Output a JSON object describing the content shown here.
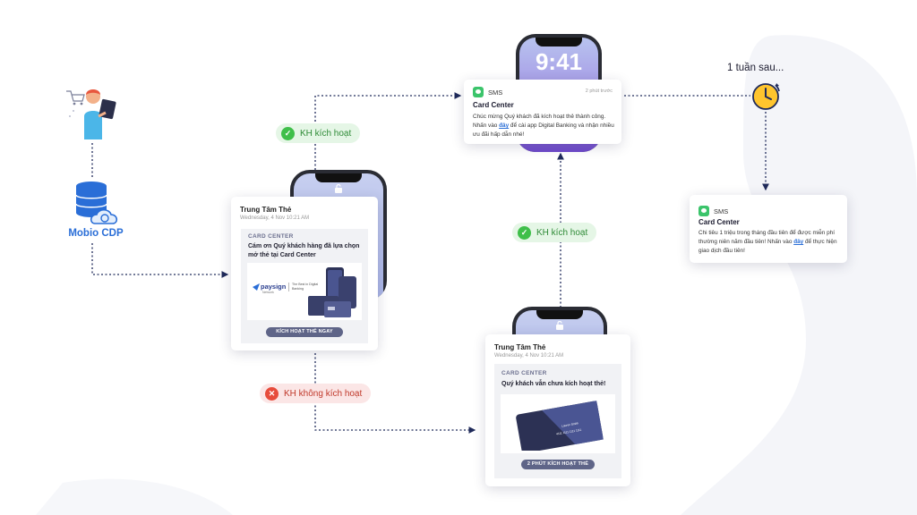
{
  "cdp": {
    "label": "Mobio CDP",
    "icons": [
      "shopper-icon",
      "database-cloud-icon"
    ]
  },
  "phones": {
    "top_clock": "9:41"
  },
  "email1": {
    "sender": "Trung Tâm Thẻ",
    "date": "Wednesday, 4 Nov 10:21 AM",
    "section": "CARD CENTER",
    "message": "Cám ơn Quý khách hàng đã lựa chọn mở thẻ tại Card Center",
    "brand": "paysign",
    "brand_sub": "Network",
    "brand_tagline": "The Best in Digital Banking",
    "button": "KÍCH HOẠT THẺ NGAY"
  },
  "email2": {
    "sender": "Trung Tâm Thẻ",
    "date": "Wednesday, 4 Nov 10:21 AM",
    "section": "CARD CENTER",
    "message": "Quý khách vẫn chưa kích hoạt thẻ!",
    "card_brand": "stripe",
    "card_name": "Lauren Smith",
    "card_number": "4111 1111 1111 1111",
    "button": "2 PHÚT KÍCH HOẠT THẺ"
  },
  "sms1": {
    "app": "SMS",
    "time": "2 phút trước",
    "title": "Card Center",
    "text_before": "Chúc mừng Quý khách đã kích hoạt thẻ thành công. Nhấn vào ",
    "link": "đây",
    "text_after": " để cài app Digital Banking và nhận nhiều ưu đãi hấp dẫn nhé!"
  },
  "sms2": {
    "app": "SMS",
    "title": "Card Center",
    "text_before": "Chi tiêu 1 triệu trong tháng đầu tiên để được miễn phí thường niên năm đầu tiên! Nhấn vào ",
    "link": "đây",
    "text_after": " để thực hiện giao dịch đầu tiên!"
  },
  "status": {
    "activated_top": "KH kích hoạt",
    "activated_mid": "KH kích hoạt",
    "not_activated": "KH không kích hoạt"
  },
  "timer": {
    "label": "1 tuần sau...",
    "icon": "alarm-clock-icon"
  },
  "colors": {
    "accent": "#2a6ed7",
    "ok": "#3fbf4a",
    "fail": "#e74c3c",
    "line": "#1f2a5a"
  }
}
